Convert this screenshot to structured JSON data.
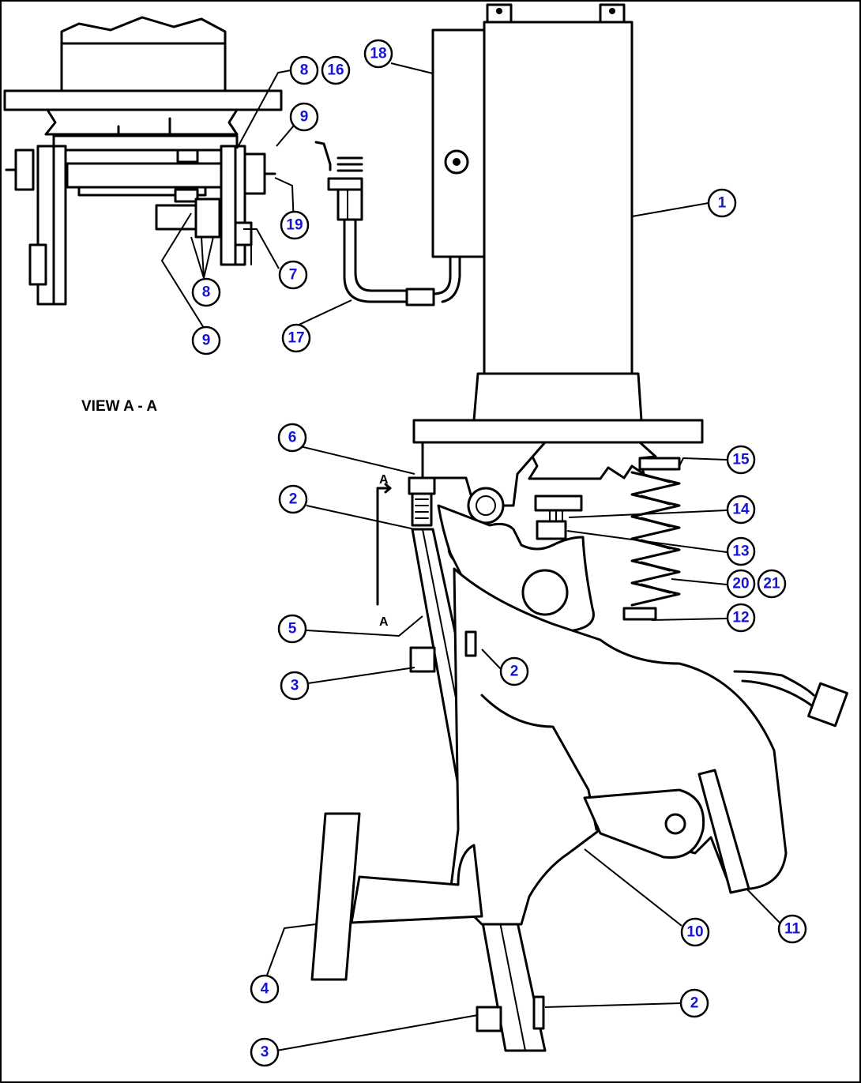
{
  "view_label": "VIEW A - A",
  "section_marker": "A",
  "callouts": [
    {
      "id": "c1",
      "label": "1"
    },
    {
      "id": "c2a",
      "label": "2"
    },
    {
      "id": "c2b",
      "label": "2"
    },
    {
      "id": "c2c",
      "label": "2"
    },
    {
      "id": "c3a",
      "label": "3"
    },
    {
      "id": "c3b",
      "label": "3"
    },
    {
      "id": "c4",
      "label": "4"
    },
    {
      "id": "c5",
      "label": "5"
    },
    {
      "id": "c6",
      "label": "6"
    },
    {
      "id": "c7",
      "label": "7"
    },
    {
      "id": "c8a",
      "label": "8"
    },
    {
      "id": "c8b",
      "label": "8"
    },
    {
      "id": "c9a",
      "label": "9"
    },
    {
      "id": "c9b",
      "label": "9"
    },
    {
      "id": "c10",
      "label": "10"
    },
    {
      "id": "c11",
      "label": "11"
    },
    {
      "id": "c12",
      "label": "12"
    },
    {
      "id": "c13",
      "label": "13"
    },
    {
      "id": "c14",
      "label": "14"
    },
    {
      "id": "c15",
      "label": "15"
    },
    {
      "id": "c16",
      "label": "16"
    },
    {
      "id": "c17",
      "label": "17"
    },
    {
      "id": "c18",
      "label": "18"
    },
    {
      "id": "c19",
      "label": "19"
    },
    {
      "id": "c20",
      "label": "20"
    },
    {
      "id": "c21",
      "label": "21"
    }
  ]
}
